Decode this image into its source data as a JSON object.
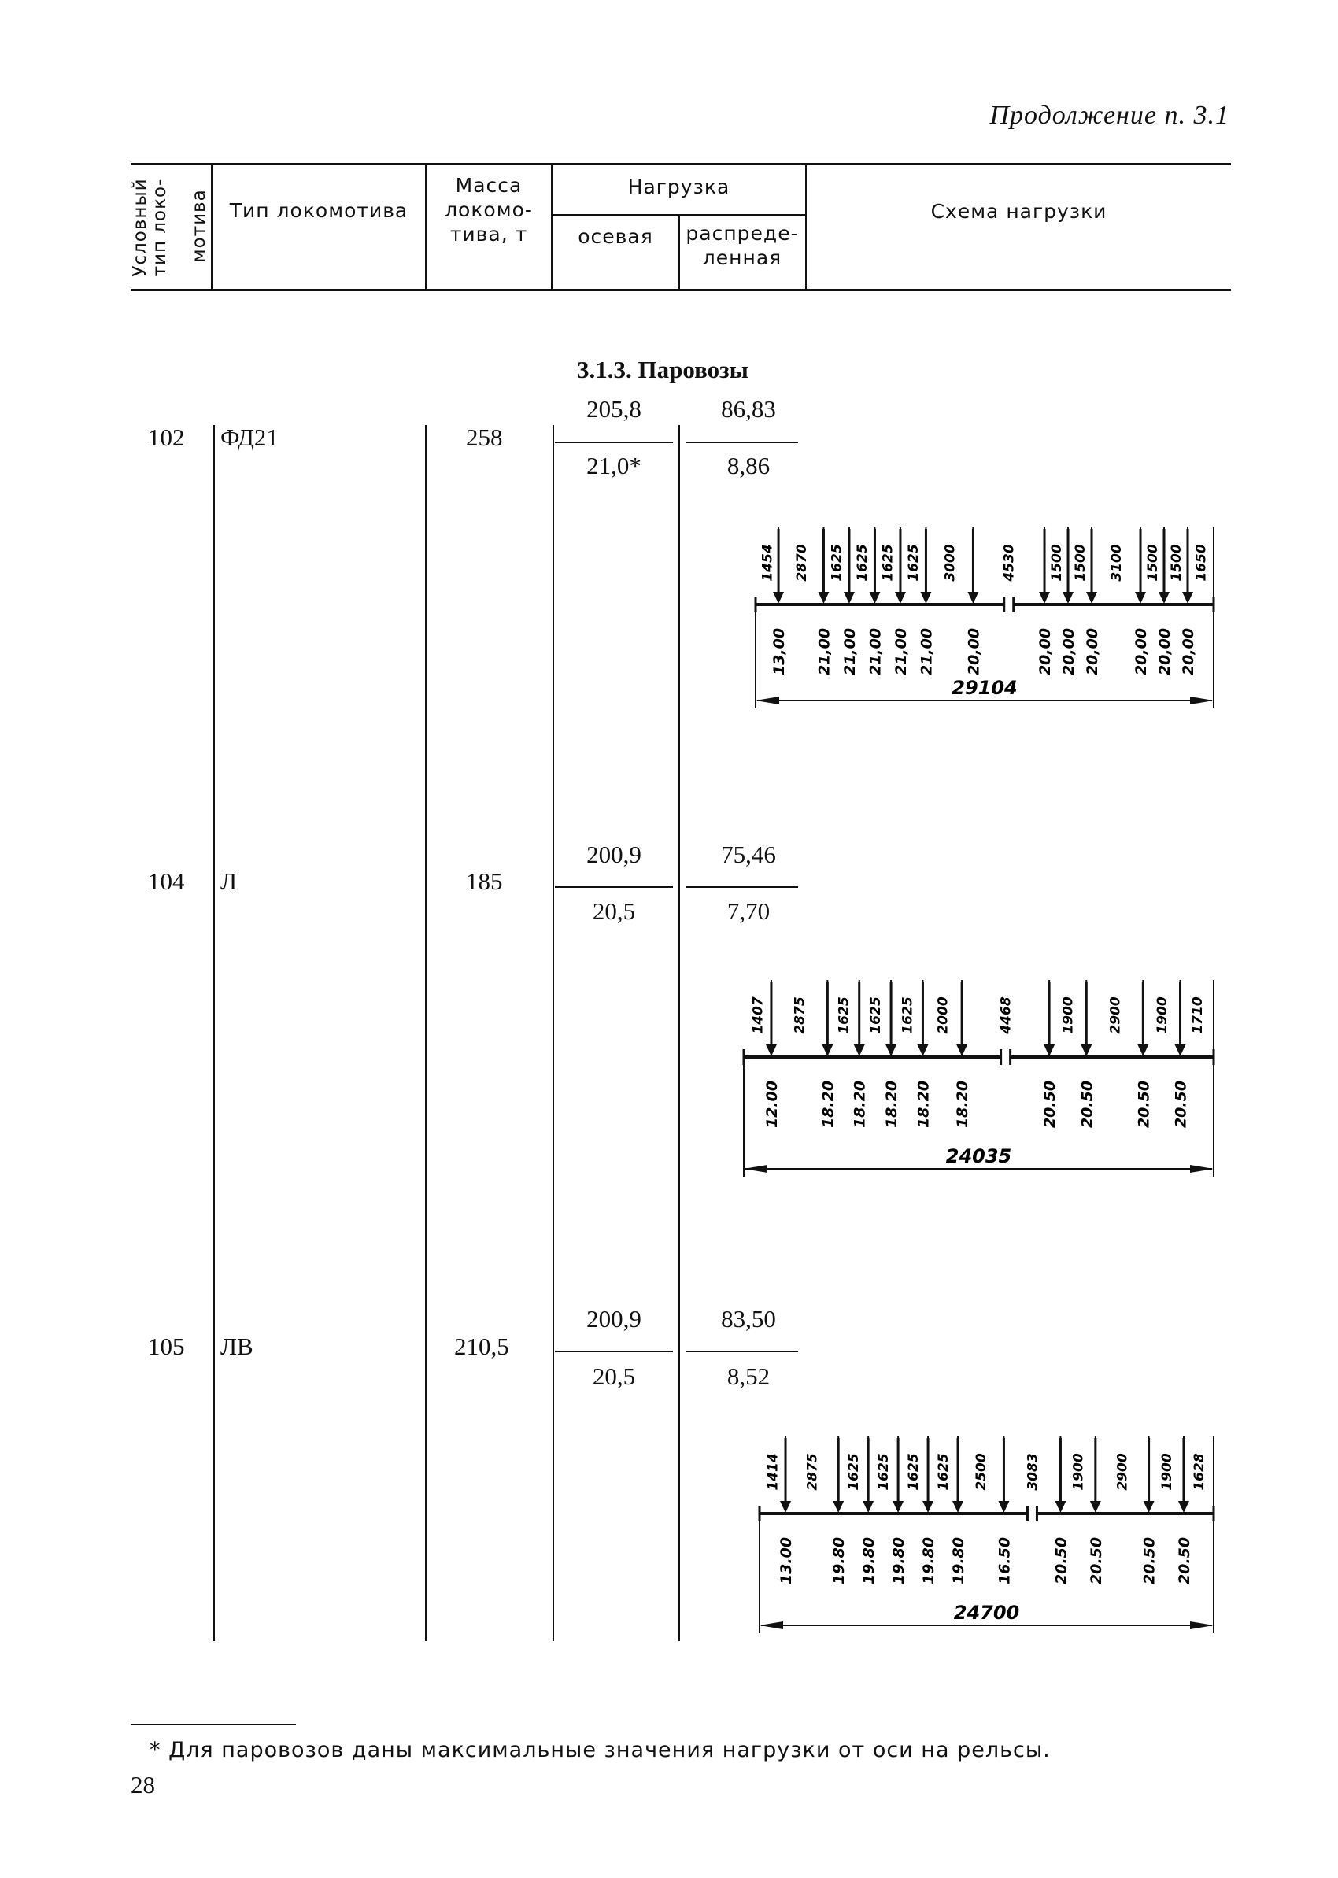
{
  "continuation": "Продолжение п. 3.1",
  "header": {
    "col_type_code": [
      "Условный",
      "тип локо-",
      "мотива"
    ],
    "col_loco_type": "Тип локомотива",
    "col_mass": [
      "Масса",
      "локомо-",
      "тива, т"
    ],
    "col_load": "Нагрузка",
    "col_axial": "осевая",
    "col_distributed": [
      "распреде-",
      "ленная"
    ],
    "col_scheme": "Схема нагрузки"
  },
  "section_title": "3.1.3. Паровозы",
  "rows": [
    {
      "code": "102",
      "type": "ФД21",
      "mass": "258",
      "axial_top": "205,8",
      "axial_bottom": "21,0*",
      "dist_top": "86,83",
      "dist_bottom": "8,86",
      "scheme": {
        "spacings": [
          "1454",
          "2870",
          "1625",
          "1625",
          "1625",
          "1625",
          "3000",
          "4530",
          "1500",
          "1500",
          "3100",
          "1500",
          "1500",
          "1650"
        ],
        "loads": [
          "13,00",
          "21,00",
          "21,00",
          "21,00",
          "21,00",
          "21,00",
          "20,00",
          "20,00",
          "20,00",
          "20,00",
          "20,00",
          "20,00",
          "20,00"
        ],
        "total": "29104"
      }
    },
    {
      "code": "104",
      "type": "Л",
      "mass": "185",
      "axial_top": "200,9",
      "axial_bottom": "20,5",
      "dist_top": "75,46",
      "dist_bottom": "7,70",
      "scheme": {
        "spacings": [
          "1407",
          "2875",
          "1625",
          "1625",
          "1625",
          "2000",
          "4468",
          "1900",
          "2900",
          "1900",
          "1710"
        ],
        "loads": [
          "12.00",
          "18.20",
          "18.20",
          "18.20",
          "18.20",
          "18.20",
          "20.50",
          "20.50",
          "20.50",
          "20.50"
        ],
        "total": "24035"
      }
    },
    {
      "code": "105",
      "type": "ЛВ",
      "mass": "210,5",
      "axial_top": "200,9",
      "axial_bottom": "20,5",
      "dist_top": "83,50",
      "dist_bottom": "8,52",
      "scheme": {
        "spacings": [
          "1414",
          "2875",
          "1625",
          "1625",
          "1625",
          "1625",
          "2500",
          "3083",
          "1900",
          "2900",
          "1900",
          "1628"
        ],
        "loads": [
          "13.00",
          "19.80",
          "19.80",
          "19.80",
          "19.80",
          "19.80",
          "16.50",
          "20.50",
          "20.50",
          "20.50",
          "20.50"
        ],
        "total": "24700"
      }
    }
  ],
  "footnote": "* Для паровозов даны максимальные значения нагрузки от оси на рельсы.",
  "page_number": "28"
}
